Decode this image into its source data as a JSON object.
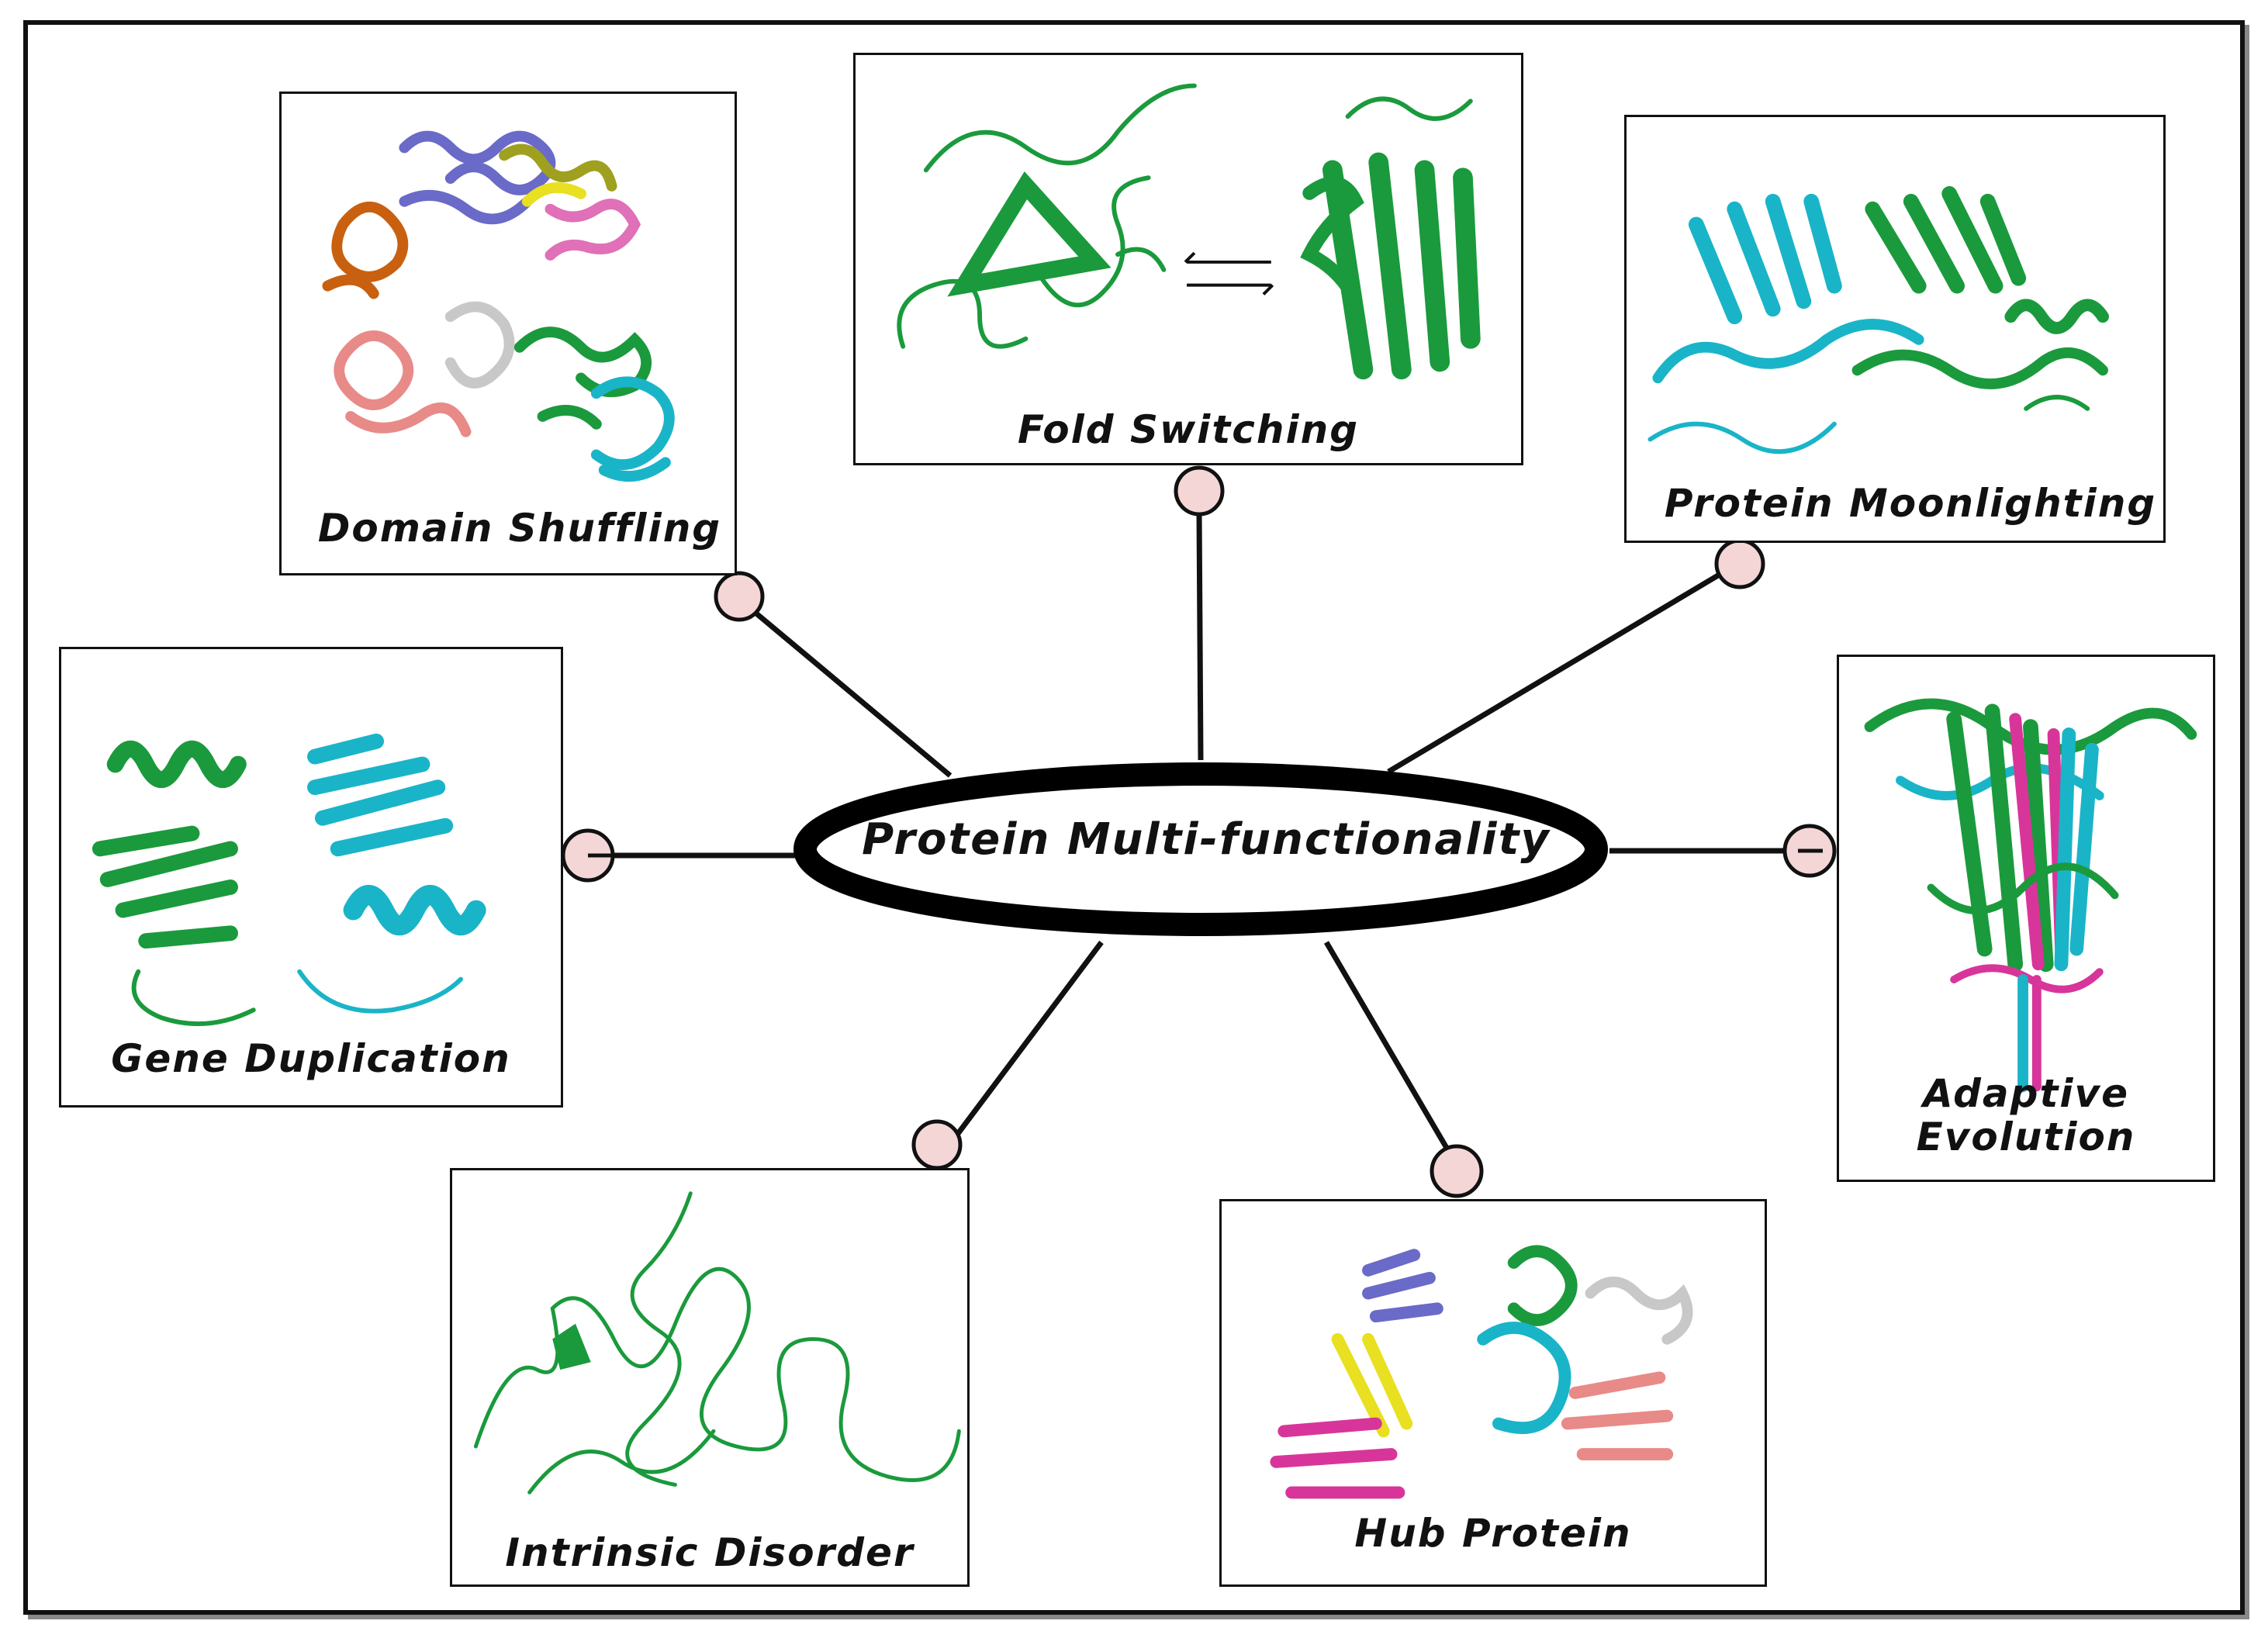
{
  "diagram": {
    "central_node": "Protein Multi-functionality",
    "panels": {
      "domain_shuffling": "Domain Shuffling",
      "fold_switching": "Fold Switching",
      "protein_moonlighting": "Protein Moonlighting",
      "gene_duplication": "Gene Duplication",
      "adaptive_evolution": "Adaptive Evolution",
      "intrinsic_disorder": "Intrinsic Disorder",
      "hub_protein": "Hub Protein"
    },
    "colors": {
      "green": "#1a9a3c",
      "cyan": "#1ab4c8",
      "magenta": "#d8359a",
      "blue_violet": "#6a6ac8",
      "yellow": "#e8e020",
      "olive": "#a0a020",
      "pink": "#e070b8",
      "orange": "#c86010",
      "salmon": "#e88a88",
      "grey": "#c8c8c8",
      "node_fill": "#f4d6d6",
      "outline": "#111111"
    }
  }
}
